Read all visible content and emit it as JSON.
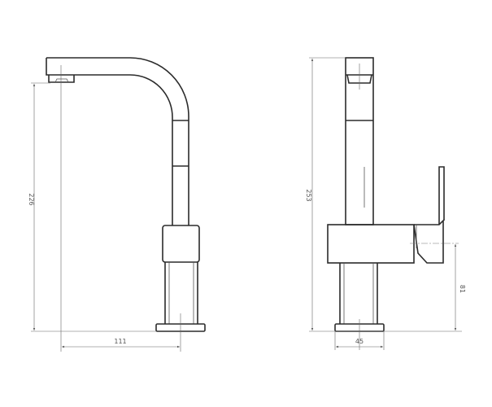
{
  "dimensions": {
    "front_height": "226",
    "front_reach": "111",
    "side_height": "253",
    "side_lever_height": "81",
    "side_base_width": "45"
  }
}
